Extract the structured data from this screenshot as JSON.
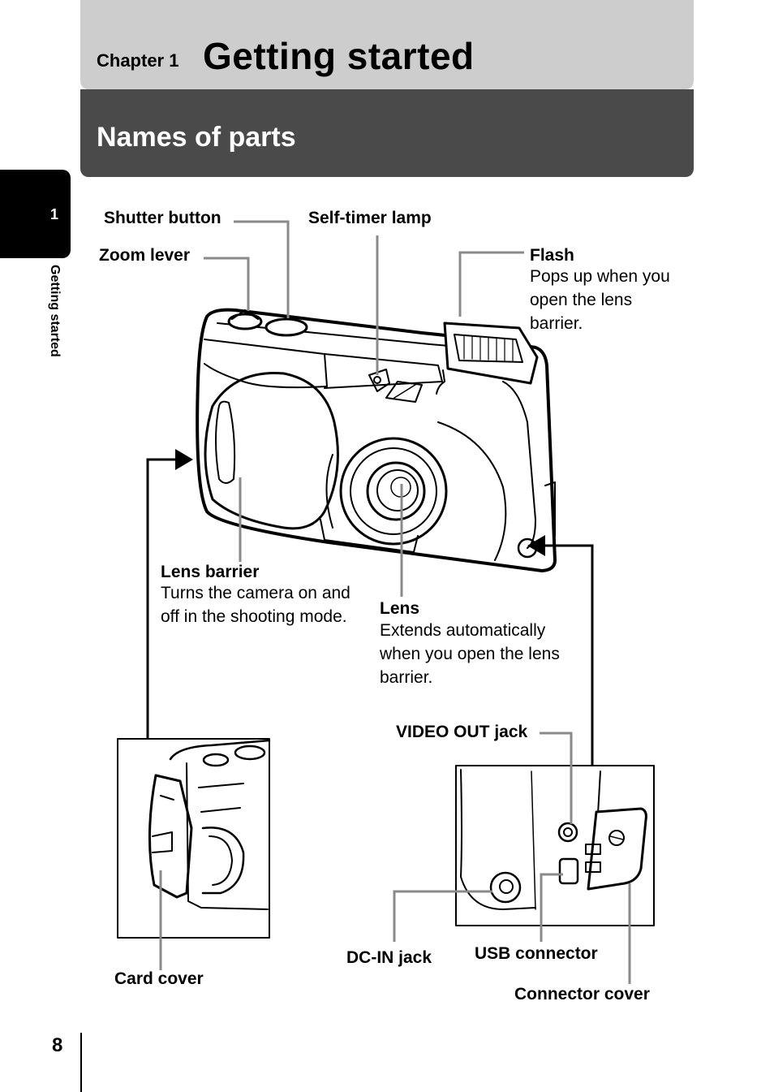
{
  "header": {
    "chapter_label": "Chapter 1",
    "chapter_title": "Getting started",
    "section_title": "Names of parts"
  },
  "side_tab": {
    "number": "1",
    "text": "Getting started"
  },
  "labels": {
    "shutter_button": "Shutter button",
    "self_timer_lamp": "Self-timer lamp",
    "zoom_lever": "Zoom lever",
    "flash": "Flash",
    "flash_desc": "Pops up when you open the lens barrier.",
    "lens_barrier": "Lens barrier",
    "lens_barrier_desc": "Turns the camera on and off in the shooting mode.",
    "lens": "Lens",
    "lens_desc": "Extends automatically when you open the lens barrier.",
    "video_out_jack": "VIDEO OUT jack",
    "card_cover": "Card cover",
    "dc_in_jack": "DC-IN jack",
    "usb_connector": "USB connector",
    "connector_cover": "Connector cover"
  },
  "footer": {
    "page_number": "8"
  }
}
